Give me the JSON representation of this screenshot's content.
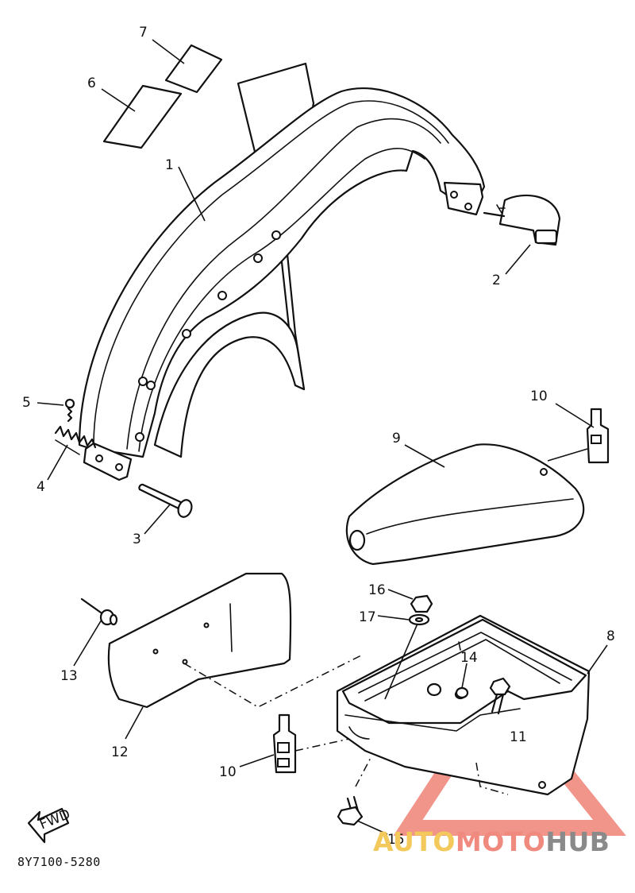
{
  "callouts": {
    "p1": "1",
    "p2": "2",
    "p3": "3",
    "p4": "4",
    "p5": "5",
    "p6": "6",
    "p7": "7",
    "p8": "8",
    "p9": "9",
    "p10a": "10",
    "p10b": "10",
    "p11": "11",
    "p12": "12",
    "p13": "13",
    "p14": "14",
    "p15": "15",
    "p16": "16",
    "p17": "17"
  },
  "fwd_label": "FWD",
  "diagram_code": "8Y7100-5280",
  "watermark": {
    "part1": "AUTO",
    "part2": "MOTO",
    "part3": "HUB"
  },
  "colors": {
    "line": "#111111",
    "wm_yellow": "#f2c95a",
    "wm_red": "#f08a7e",
    "wm_gray": "#8a8a8a"
  }
}
